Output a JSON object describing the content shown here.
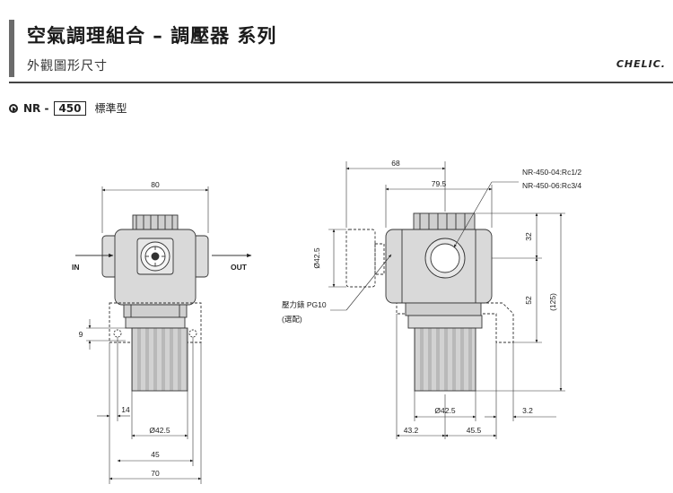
{
  "header": {
    "title": "空氣調理組合 – 調壓器 系列",
    "subtitle": "外觀圖形尺寸",
    "brand": "CHELIC."
  },
  "model": {
    "prefix": "NR -",
    "code": "450",
    "type": "標準型"
  },
  "front_view": {
    "dim_width": "80",
    "in_label": "IN",
    "out_label": "OUT",
    "dim_panel": "9",
    "dim_bottom_small": "14",
    "dim_knob_dia": "Ø42.5",
    "dim_mount": "45",
    "dim_overall": "70"
  },
  "side_view": {
    "dim_top": "68",
    "dim_depth": "79.5",
    "port_note_1": "NR-450-04:Rc1/2",
    "port_note_2": "NR-450-06:Rc3/4",
    "gauge_dia": "Ø42.5",
    "gauge_label": "壓力錶 PG10",
    "gauge_option": "(選配)",
    "dim_32": "32",
    "dim_52": "52",
    "dim_125": "(125)",
    "dim_knob_dia": "Ø42.5",
    "dim_3_2": "3.2",
    "dim_43_2": "43.2",
    "dim_45_5": "45.5"
  },
  "colors": {
    "line": "#333333",
    "body_fill": "#d9d9d9",
    "knob_fill": "#cfcfcf",
    "rule": "#444444"
  }
}
